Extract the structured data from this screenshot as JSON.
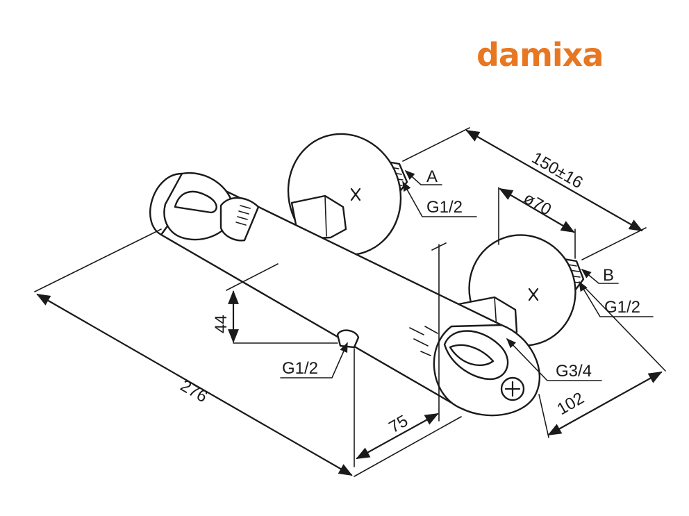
{
  "brand": {
    "name": "damixa",
    "color": "#e87722"
  },
  "dimensions": {
    "overall_length": "276",
    "wall_spacing": "150±16",
    "flange_diameter": "ø70",
    "height": "44",
    "outlet_offset": "75",
    "depth": "102"
  },
  "callouts": {
    "a": "A",
    "b": "B",
    "thread_a": "G1/2",
    "thread_b": "G1/2",
    "outlet_bottom": "G1/2",
    "outlet_side": "G3/4"
  },
  "colors": {
    "line": "#1a1a1a",
    "background": "#ffffff"
  }
}
